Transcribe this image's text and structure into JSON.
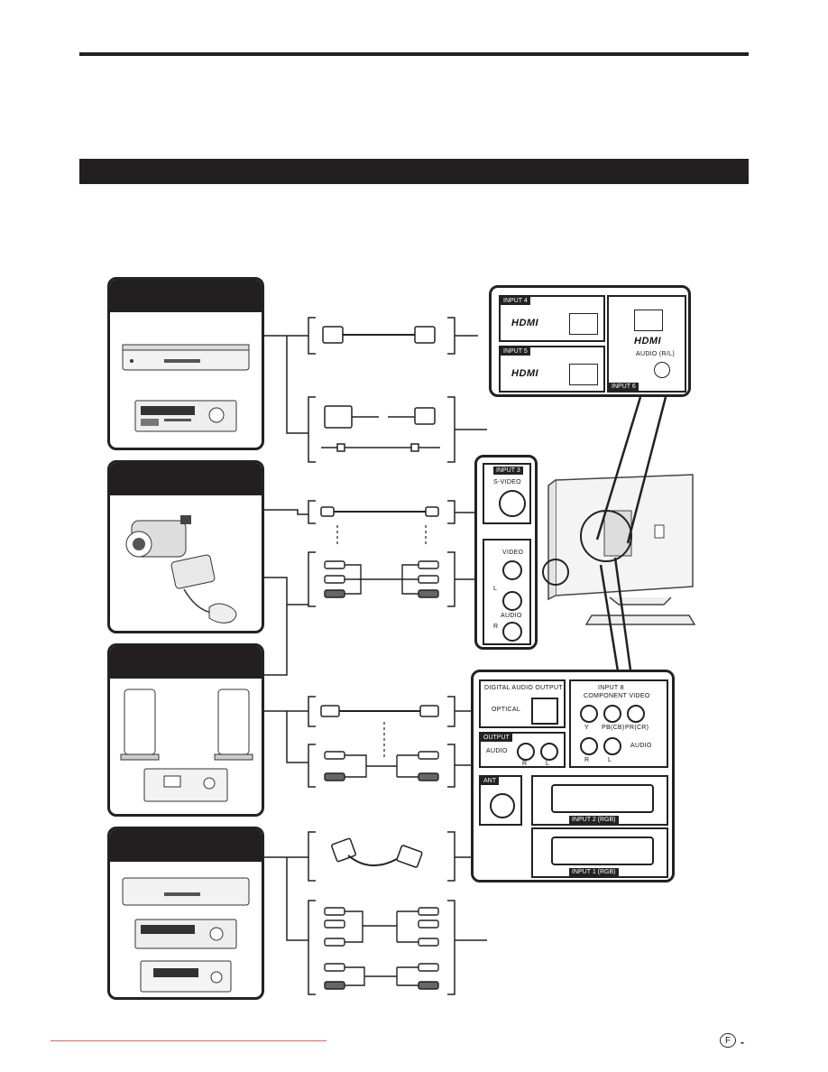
{
  "panels": {
    "hdmi": {
      "input4": "INPUT 4",
      "input5": "INPUT 5",
      "input6": "INPUT 6",
      "hdmi_logo": "HDMI",
      "audio_rl": "AUDIO (R/L)"
    },
    "video": {
      "input3": "INPUT 3",
      "svideo": "S-VIDEO",
      "video": "VIDEO",
      "audio": "AUDIO",
      "l": "L",
      "r": "R"
    },
    "rear": {
      "digital_audio_output": "DIGITAL AUDIO OUTPUT",
      "optical": "OPTICAL",
      "output": "OUTPUT",
      "audio": "AUDIO",
      "r": "R",
      "l": "L",
      "input8": "INPUT 8",
      "component_video": "COMPONENT VIDEO",
      "y": "Y",
      "pb_cb": "PB(CB)",
      "pr_cr": "PR(CR)",
      "ant": "ANT",
      "input2_rgb": "INPUT 2 (RGB)",
      "input1_rgb": "INPUT 1 (RGB)"
    }
  },
  "footer": {
    "page_letter": "F",
    "page_dash": "-"
  },
  "colors": {
    "dark": "#231f20",
    "footer_line": "#e06060"
  }
}
